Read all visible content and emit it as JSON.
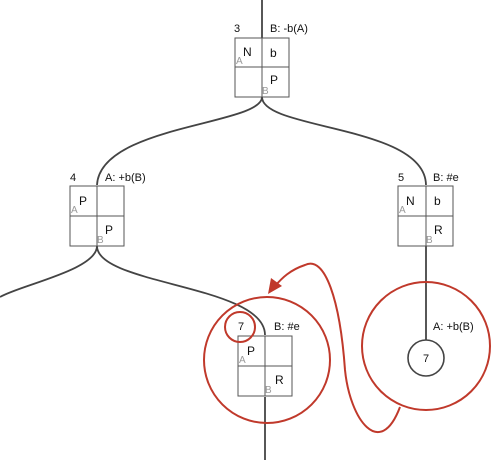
{
  "colors": {
    "annotation": "#c0392b",
    "edge": "#444444"
  },
  "nodes": {
    "n3": {
      "number": "3",
      "action": "B: -b(A)",
      "cells": [
        "N",
        "b",
        "",
        "P"
      ],
      "players": [
        "A",
        "B"
      ]
    },
    "n4": {
      "number": "4",
      "action": "A: +b(B)",
      "cells": [
        "P",
        "",
        "",
        "P"
      ],
      "players": [
        "A",
        "B"
      ]
    },
    "n5": {
      "number": "5",
      "action": "B: #e",
      "cells": [
        "N",
        "b",
        "",
        "R"
      ],
      "players": [
        "A",
        "B"
      ]
    },
    "n7": {
      "number": "7",
      "action": "B: #e",
      "cells": [
        "P",
        "",
        "",
        "R"
      ],
      "players": [
        "A",
        "B"
      ]
    }
  },
  "moved_node": {
    "number": "7",
    "action": "A: +b(B)"
  },
  "annotations": [
    "circle-around-node-7-number",
    "circle-around-node-7",
    "circle-around-moved-node-7",
    "arrow-from-moved-node-to-node-7"
  ]
}
